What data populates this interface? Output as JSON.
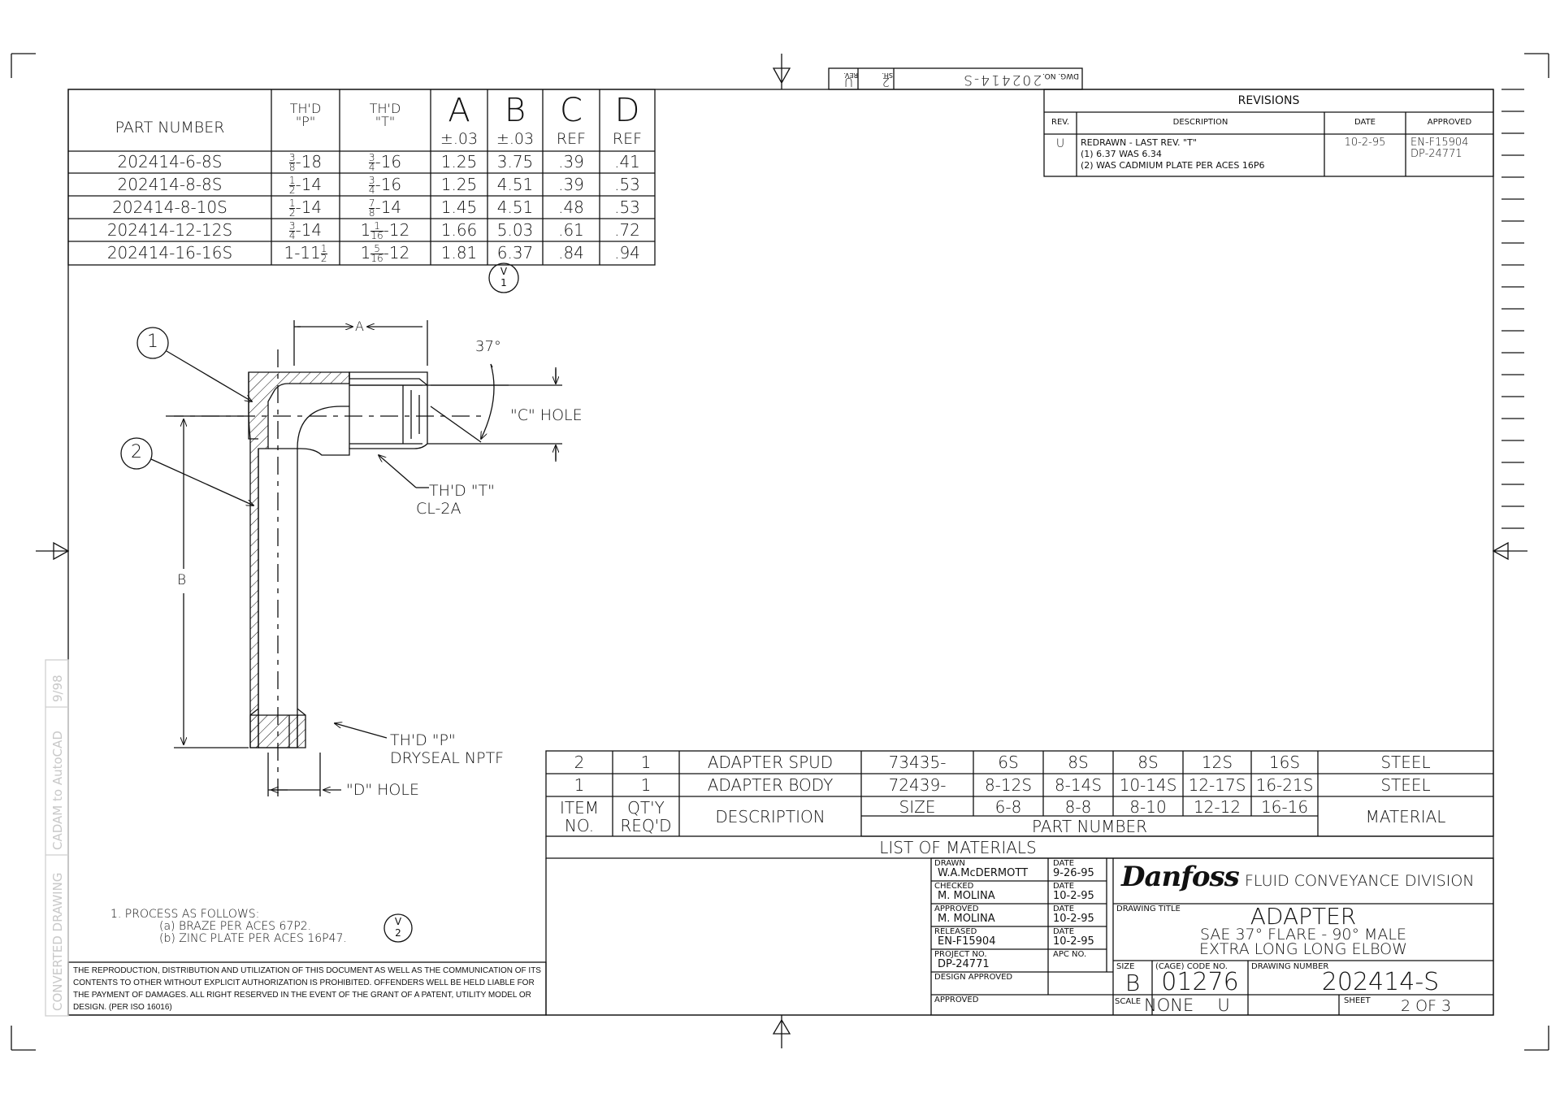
{
  "title_strip": {
    "dwg_no_label": "DWG. NO.",
    "dwg_no": "202414-S",
    "sh_label": "SH.",
    "sh": "2",
    "rev_label": "REV.",
    "rev": "U"
  },
  "dimension_table": {
    "headers": [
      {
        "line1": "PART NUMBER",
        "line2": ""
      },
      {
        "line1": "TH'D",
        "line2": "\"P\""
      },
      {
        "line1": "TH'D",
        "line2": "\"T\""
      },
      {
        "line1": "A",
        "line2": "±.03"
      },
      {
        "line1": "B",
        "line2": "±.03"
      },
      {
        "line1": "C",
        "line2": "REF"
      },
      {
        "line1": "D",
        "line2": "REF"
      }
    ],
    "rows": [
      {
        "part": "202414-6-8S",
        "p_frac": [
          "3",
          "8"
        ],
        "p_rest": "-18",
        "t_whole": "",
        "t_frac": [
          "3",
          "4"
        ],
        "t_rest": "-16",
        "a": "1.25",
        "b": "3.75",
        "c": ".39",
        "d": ".41"
      },
      {
        "part": "202414-8-8S",
        "p_frac": [
          "1",
          "2"
        ],
        "p_rest": "-14",
        "t_whole": "",
        "t_frac": [
          "3",
          "4"
        ],
        "t_rest": "-16",
        "a": "1.25",
        "b": "4.51",
        "c": ".39",
        "d": ".53"
      },
      {
        "part": "202414-8-10S",
        "p_frac": [
          "1",
          "2"
        ],
        "p_rest": "-14",
        "t_whole": "",
        "t_frac": [
          "7",
          "8"
        ],
        "t_rest": "-14",
        "a": "1.45",
        "b": "4.51",
        "c": ".48",
        "d": ".53"
      },
      {
        "part": "202414-12-12S",
        "p_frac": [
          "3",
          "4"
        ],
        "p_rest": "-14",
        "t_whole": "1",
        "t_frac": [
          "1",
          "16"
        ],
        "t_rest": "-12",
        "a": "1.66",
        "b": "5.03",
        "c": ".61",
        "d": ".72"
      },
      {
        "part": "202414-16-16S",
        "p_whole": "1-11",
        "p_frac": [
          "1",
          "2"
        ],
        "p_rest": "",
        "t_whole": "1",
        "t_frac": [
          "5",
          "16"
        ],
        "t_rest": "-12",
        "a": "1.81",
        "b": "6.37",
        "c": ".84",
        "d": ".94"
      }
    ],
    "rev_marker": {
      "letter": "V",
      "number": "1"
    }
  },
  "revisions": {
    "title": "REVISIONS",
    "headers": [
      "REV.",
      "DESCRIPTION",
      "DATE",
      "APPROVED"
    ],
    "entry": {
      "rev": "U",
      "description_lines": [
        "REDRAWN - LAST REV. \"T\"",
        "(1) 6.37 WAS 6.34",
        "(2) WAS CADMIUM PLATE PER ACES 16P6"
      ],
      "date": "10-2-95",
      "approved_lines": [
        "EN-F15904",
        "DP-24771"
      ]
    }
  },
  "drawing": {
    "balloon_1": "1",
    "balloon_2": "2",
    "dim_a": "A",
    "dim_b": "B",
    "angle": "37°",
    "c_hole": "\"C\" HOLE",
    "thd_t_line1": "TH'D \"T\"",
    "thd_t_line2": "CL-2A",
    "thd_p_line1": "TH'D \"P\"",
    "thd_p_line2": "DRYSEAL NPTF",
    "d_hole": "\"D\" HOLE"
  },
  "notes": {
    "line1": "1.   PROCESS AS FOLLOWS:",
    "line2": "(a)  BRAZE PER ACES 67P2.",
    "line3": "(b)  ZINC PLATE PER ACES 16P47.",
    "rev_marker": {
      "letter": "V",
      "number": "2"
    }
  },
  "legal_text": "THE REPRODUCTION, DISTRIBUTION AND UTILIZATION OF THIS DOCUMENT AS WELL AS THE COMMUNICATION OF ITS CONTENTS TO OTHER WITHOUT EXPLICIT AUTHORIZATION IS PROHIBITED. OFFENDERS WELL BE HELD LIABLE FOR THE PAYMENT OF DAMAGES. ALL RIGHT RESERVED IN THE EVENT OF THE GRANT OF A PATENT, UTILITY MODEL OR DESIGN. (PER ISO 16016)",
  "margin_stamp": [
    "CONVERTED DRAWING",
    "CADAM to AutoCAD",
    "9/98"
  ],
  "bom": {
    "rows": [
      {
        "item": "2",
        "qty": "1",
        "description": "ADAPTER  SPUD",
        "size": "73435-",
        "p1": "6S",
        "p2": "8S",
        "p3": "8S",
        "p4": "12S",
        "p5": "16S",
        "material": "STEEL"
      },
      {
        "item": "1",
        "qty": "1",
        "description": "ADAPTER  BODY",
        "size": "72439-",
        "p1": "8-12S",
        "p2": "8-14S",
        "p3": "10-14S",
        "p4": "12-17S",
        "p5": "16-21S",
        "material": "STEEL"
      }
    ],
    "header": {
      "item_l1": "ITEM",
      "item_l2": "NO.",
      "qty_l1": "QT'Y",
      "qty_l2": "REQ'D",
      "description": "DESCRIPTION",
      "size_label": "SIZE",
      "sizes": [
        "6-8",
        "8-8",
        "8-10",
        "12-12",
        "16-16"
      ],
      "part_number": "PART  NUMBER",
      "material": "MATERIAL"
    },
    "list_title": "LIST  OF  MATERIALS"
  },
  "title_block": {
    "drawn_label": "DRAWN",
    "drawn": "W.A.McDERMOTT",
    "drawn_date_label": "DATE",
    "drawn_date": "9-26-95",
    "checked_label": "CHECKED",
    "checked": "M.  MOLINA",
    "checked_date_label": "DATE",
    "checked_date": "10-2-95",
    "approved_label": "APPROVED",
    "approved": "M.  MOLINA",
    "approved_date_label": "DATE",
    "approved_date": "10-2-95",
    "released_label": "RELEASED",
    "released": "EN-F15904",
    "released_date_label": "DATE",
    "released_date": "10-2-95",
    "project_label": "PROJECT NO.",
    "project": "DP-24771",
    "apc_label": "APC NO.",
    "design_approved_label": "DESIGN APPROVED",
    "approved2_label": "APPROVED",
    "logo_text": "Danfoss",
    "division": "FLUID  CONVEYANCE  DIVISION",
    "drawing_title_label": "DRAWING TITLE",
    "title1": "ADAPTER",
    "title2": "SAE  37°  FLARE  -  90°  MALE",
    "title3": "EXTRA  LONG  LONG  ELBOW",
    "size_label": "SIZE",
    "size": "B",
    "cage_label": "(CAGE)  CODE  NO.",
    "cage": "01276",
    "dwg_num_label": "DRAWING  NUMBER",
    "dwg_num": "202414-S",
    "scale_label": "SCALE",
    "scale": "NONE",
    "rev": "U",
    "sheet_label": "SHEET",
    "sheet": "2  OF  3"
  }
}
